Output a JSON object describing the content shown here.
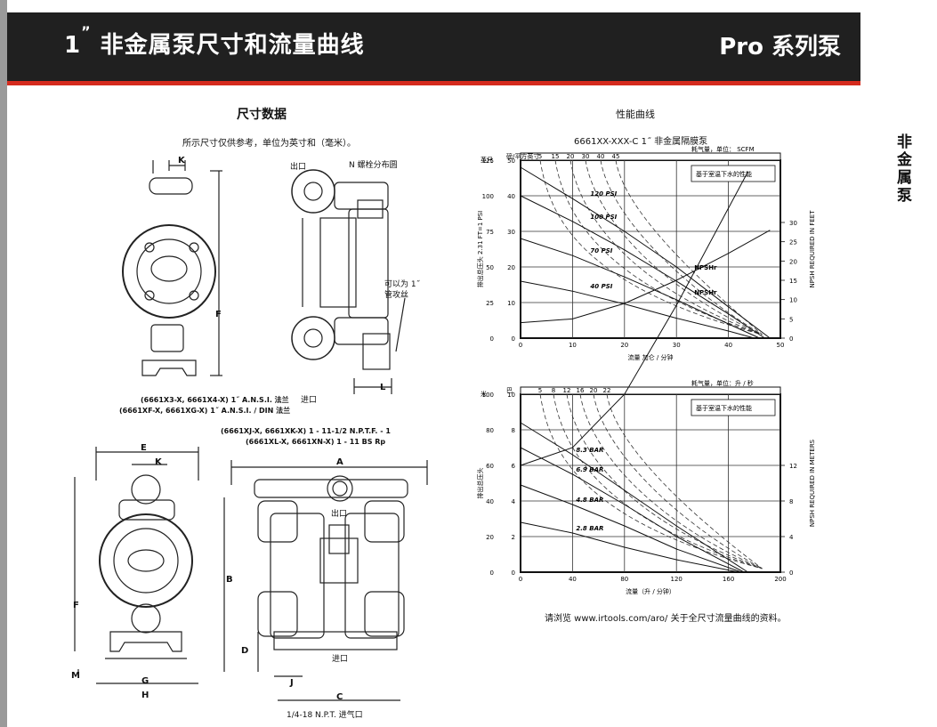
{
  "header": {
    "title_num": "1",
    "title_mark": "”",
    "title": "非金属泵尺寸和流量曲线",
    "series": "Pro 系列泵",
    "side_tab": "非金属泵"
  },
  "dimensions": {
    "title": "尺寸数据",
    "note": "所示尺寸仅供参考，单位为英寸和（毫米）。",
    "labels": {
      "K_top": "K",
      "outlet_top": "出口",
      "N_bolt": "N 螺栓分布圆",
      "F_top": "F",
      "pipe_note_1": "可以为 1˝",
      "pipe_note_2": "管攻丝",
      "L": "L",
      "inlet_top": "进口",
      "caption_1": "(6661X3-X, 6661X4-X) 1˝ A.N.S.I. 法兰",
      "caption_2": "(6661XF-X, 6661XG-X) 1˝ A.N.S.I. / DIN 法兰",
      "caption_3": "(6661XJ-X, 6661XK-X) 1 - 11-1/2 N.P.T.F. - 1",
      "caption_4": "(6661XL-X, 6661XN-X) 1 - 11 BS Rp",
      "E": "E",
      "K_bot": "K",
      "F_bot": "F",
      "M": "M",
      "G": "G",
      "H": "H",
      "A": "A",
      "B": "B",
      "outlet_bot": "出口",
      "D": "D",
      "inlet_bot": "进口",
      "J": "J",
      "C": "C",
      "air_inlet": "1/4-18 N.P.T. 进气口"
    }
  },
  "performance": {
    "title": "性能曲线",
    "model": "6661XX-XXX-C 1˝ 非金属隔膜泵",
    "footer": "请浏览 www.irtools.com/aro/ 关于全尺寸流量曲线的资料。"
  },
  "chart_data": [
    {
      "type": "line",
      "title": "6661XX-XXX-C 1˝ 非金属隔膜泵",
      "xlabel": "流量 加仑 / 分钟",
      "ylabel": "排出总压头  2.31 FT=1 PSI",
      "y_unit": "英尺",
      "psi_label": "磅/平方英寸",
      "y2label": "NPSH REQUIRED IN FEET",
      "air_label": "耗气量，单位： SCFM",
      "legend_box": "基于室温下水的性能",
      "xlim": [
        0,
        50
      ],
      "ylim": [
        0,
        125
      ],
      "x_ticks": [
        0,
        10,
        20,
        30,
        40,
        50
      ],
      "y_ticks": [
        0,
        25,
        50,
        75,
        100,
        125
      ],
      "psi_ticks": [
        0,
        10,
        20,
        30,
        40,
        50
      ],
      "y2_ticks": [
        0,
        5,
        10,
        15,
        20,
        25,
        30
      ],
      "air_ticks": [
        5,
        15,
        20,
        30,
        40,
        45
      ],
      "series": [
        {
          "name": "120 PSI",
          "x": [
            0,
            10,
            20,
            30,
            40,
            48
          ],
          "y": [
            120,
            98,
            75,
            50,
            22,
            0
          ]
        },
        {
          "name": "100 PSI",
          "x": [
            0,
            10,
            20,
            30,
            40,
            47
          ],
          "y": [
            100,
            82,
            62,
            40,
            17,
            0
          ]
        },
        {
          "name": "70 PSI",
          "x": [
            0,
            10,
            20,
            30,
            40,
            46
          ],
          "y": [
            70,
            58,
            43,
            27,
            10,
            0
          ]
        },
        {
          "name": "40 PSI",
          "x": [
            0,
            10,
            20,
            30,
            40,
            45
          ],
          "y": [
            40,
            33,
            24,
            14,
            5,
            0
          ]
        },
        {
          "name": "NPSHr",
          "x": [
            0,
            10,
            20,
            30,
            40,
            48
          ],
          "y": [
            4,
            5,
            9,
            15,
            22,
            28
          ]
        }
      ]
    },
    {
      "type": "line",
      "xlabel": "流量（升 / 分钟）",
      "ylabel": "排出总压头",
      "y_unit": "米",
      "bar_label": "巴",
      "y2label": "NPSH REQUIRED IN METERS",
      "air_label": "耗气量，单位：升 / 秒",
      "legend_box": "基于室温下水的性能",
      "xlim": [
        0,
        200
      ],
      "ylim": [
        0,
        100
      ],
      "x_ticks": [
        0,
        40,
        80,
        120,
        160,
        200
      ],
      "y_ticks": [
        0,
        20,
        40,
        60,
        80,
        100
      ],
      "bar_ticks": [
        0,
        2,
        4,
        6,
        8,
        10
      ],
      "y2_ticks": [
        0,
        4,
        8,
        12
      ],
      "air_ticks": [
        5,
        8,
        12,
        16,
        20,
        22
      ],
      "series": [
        {
          "name": "8.3 BAR",
          "x": [
            0,
            40,
            80,
            120,
            175
          ],
          "y": [
            84,
            66,
            46,
            26,
            0
          ]
        },
        {
          "name": "6.9 BAR",
          "x": [
            0,
            40,
            80,
            120,
            172
          ],
          "y": [
            70,
            55,
            38,
            20,
            0
          ]
        },
        {
          "name": "4.8 BAR",
          "x": [
            0,
            40,
            80,
            120,
            170
          ],
          "y": [
            49,
            38,
            26,
            13,
            0
          ]
        },
        {
          "name": "2.8 BAR",
          "x": [
            0,
            40,
            80,
            120,
            168
          ],
          "y": [
            28,
            22,
            14,
            7,
            0
          ]
        },
        {
          "name": "NPSHr",
          "x": [
            0,
            40,
            80,
            120,
            175
          ],
          "y": [
            12,
            14,
            20,
            30,
            45
          ]
        }
      ]
    }
  ]
}
